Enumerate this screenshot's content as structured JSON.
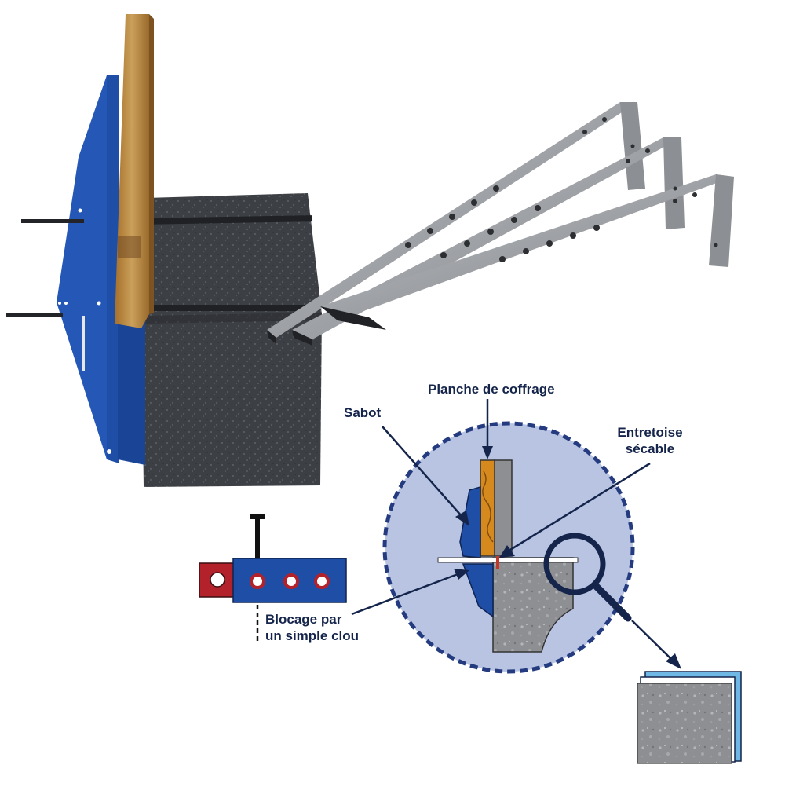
{
  "labels": {
    "planche": "Planche de coffrage",
    "sabot": "Sabot",
    "entretoise_line1": "Entretoise",
    "entretoise_line2": "sécable",
    "blocage_line1": "Blocage par",
    "blocage_line2": "un simple clou"
  },
  "colors": {
    "sabot_blue": "#1f4ea6",
    "wood": "#c88a36",
    "block_dark": "#3c3f44",
    "steel": "#a7aaad",
    "detail_circle_fill": "#b9c4e3",
    "detail_circle_border": "#243b80",
    "label_text": "#14244a",
    "tab_red": "#b3212b",
    "concrete_grey": "#8d8f93"
  },
  "icons": [
    "magnifier-icon",
    "nail-icon",
    "arrow-icon"
  ]
}
